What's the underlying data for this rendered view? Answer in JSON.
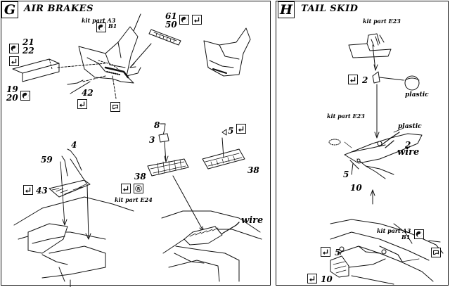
{
  "section_g": {
    "letter": "G",
    "title": "AIR BRAKES",
    "labels": {
      "kit_part_a3": "kit part A3",
      "b1": "B1",
      "n61": "61",
      "n50": "50",
      "n21": "21",
      "n22": "22",
      "n19": "19",
      "n20": "20",
      "n42": "42",
      "n8": "8",
      "n3": "3",
      "n5": "5",
      "n4": "4",
      "n59": "59",
      "n43": "43",
      "n38a": "38",
      "n38b": "38",
      "kit_part_e24": "kit part E24",
      "wire": "wire"
    }
  },
  "section_h": {
    "letter": "H",
    "title": "TAIL SKID",
    "labels": {
      "kit_part_e23_top": "kit part E23",
      "n2_top": "2",
      "plastic_top": "plastic",
      "kit_part_e23_mid": "kit part E23",
      "plastic_mid": "plastic",
      "n2_mid": "2",
      "wire": "wire",
      "n5": "5",
      "n10": "10",
      "kit_part_a3": "kit part A3",
      "b1": "B1",
      "n5_bottom": "5",
      "n10_bottom": "10"
    }
  },
  "icons": {
    "yin": "yin-yang-icon",
    "bend": "bend-arrow-icon",
    "flat": "flat-sheet-icon",
    "reg": "registered-r-icon"
  }
}
